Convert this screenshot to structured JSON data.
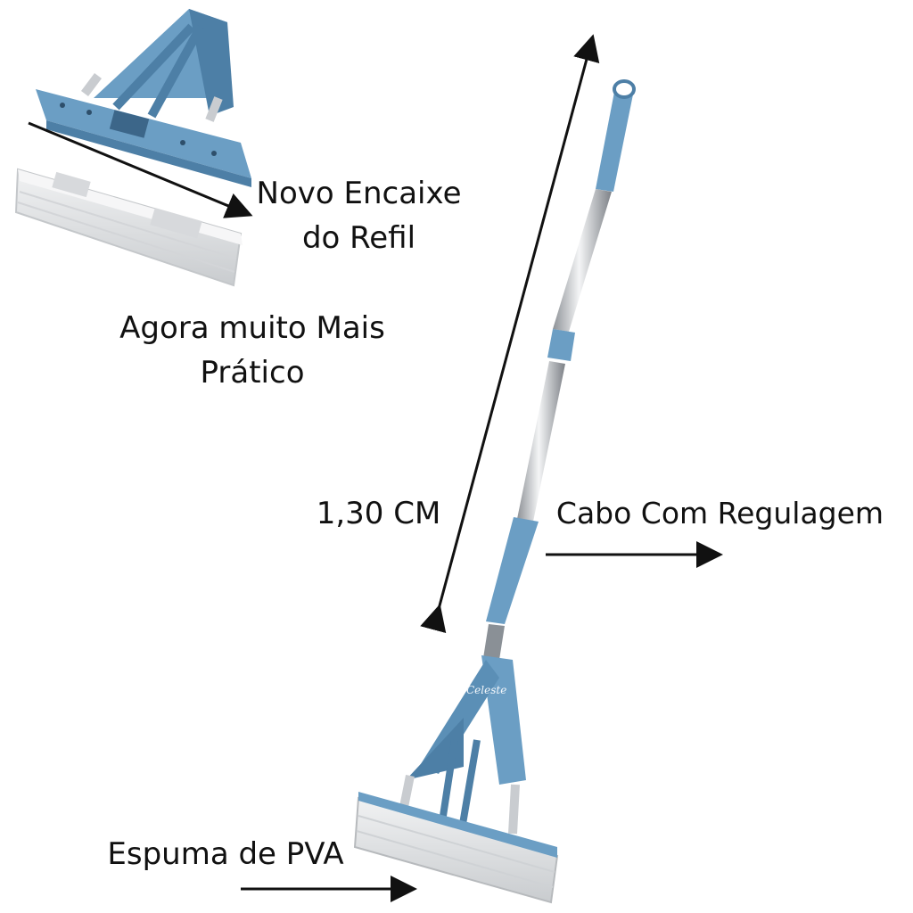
{
  "labels": {
    "refil_line1": "Novo Encaixe",
    "refil_line2": "do Refil",
    "pratico_line1": "Agora muito Mais",
    "pratico_line2": "Prático",
    "size": "1,30 CM",
    "cabo": "Cabo Com Regulagem",
    "espuma": "Espuma de PVA"
  },
  "logo_text": "Celeste",
  "colors": {
    "mop_blue": "#6b9ec4",
    "mop_blue_dark": "#4d7fa6",
    "steel": "#c9ccd0",
    "sponge": "#e4e6e8",
    "arrow": "#111111"
  }
}
